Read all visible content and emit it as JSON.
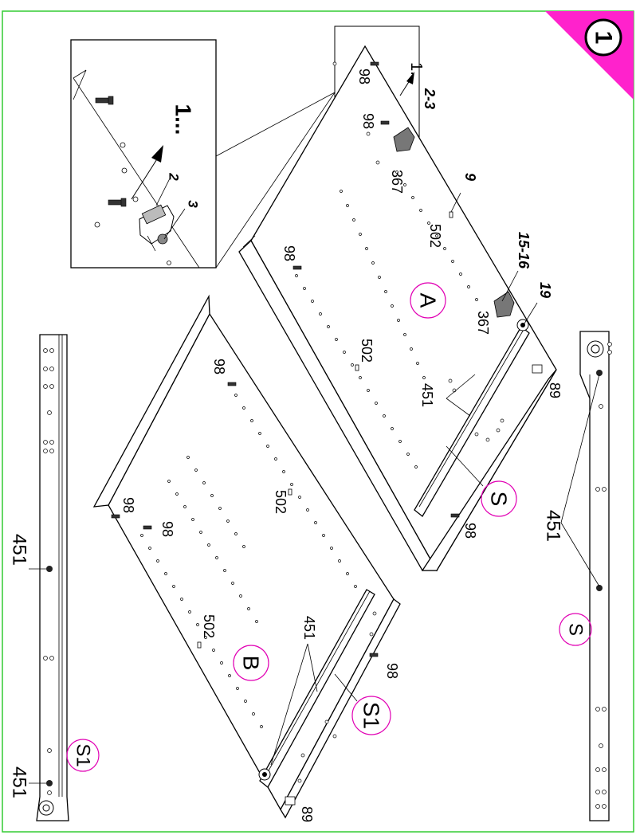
{
  "colors": {
    "frame": "#33cc33",
    "accent": "#ff22cc",
    "circle": "#e100b4",
    "ink": "#000000"
  },
  "step": {
    "number": "1"
  },
  "detail": {
    "arrow": "1...",
    "part2": "2",
    "part3": "3"
  },
  "labels": {
    "arrow_main": "1...",
    "ref_2_3": "2-3",
    "ref_98": "98",
    "ref_367": "367",
    "ref_9": "9",
    "ref_502": "502",
    "ref_15_16": "15-16",
    "ref_19": "19",
    "ref_451": "451",
    "ref_89": "89"
  },
  "panels": {
    "a": "A",
    "b": "B"
  },
  "runners": {
    "s": "S",
    "s1": "S1"
  }
}
